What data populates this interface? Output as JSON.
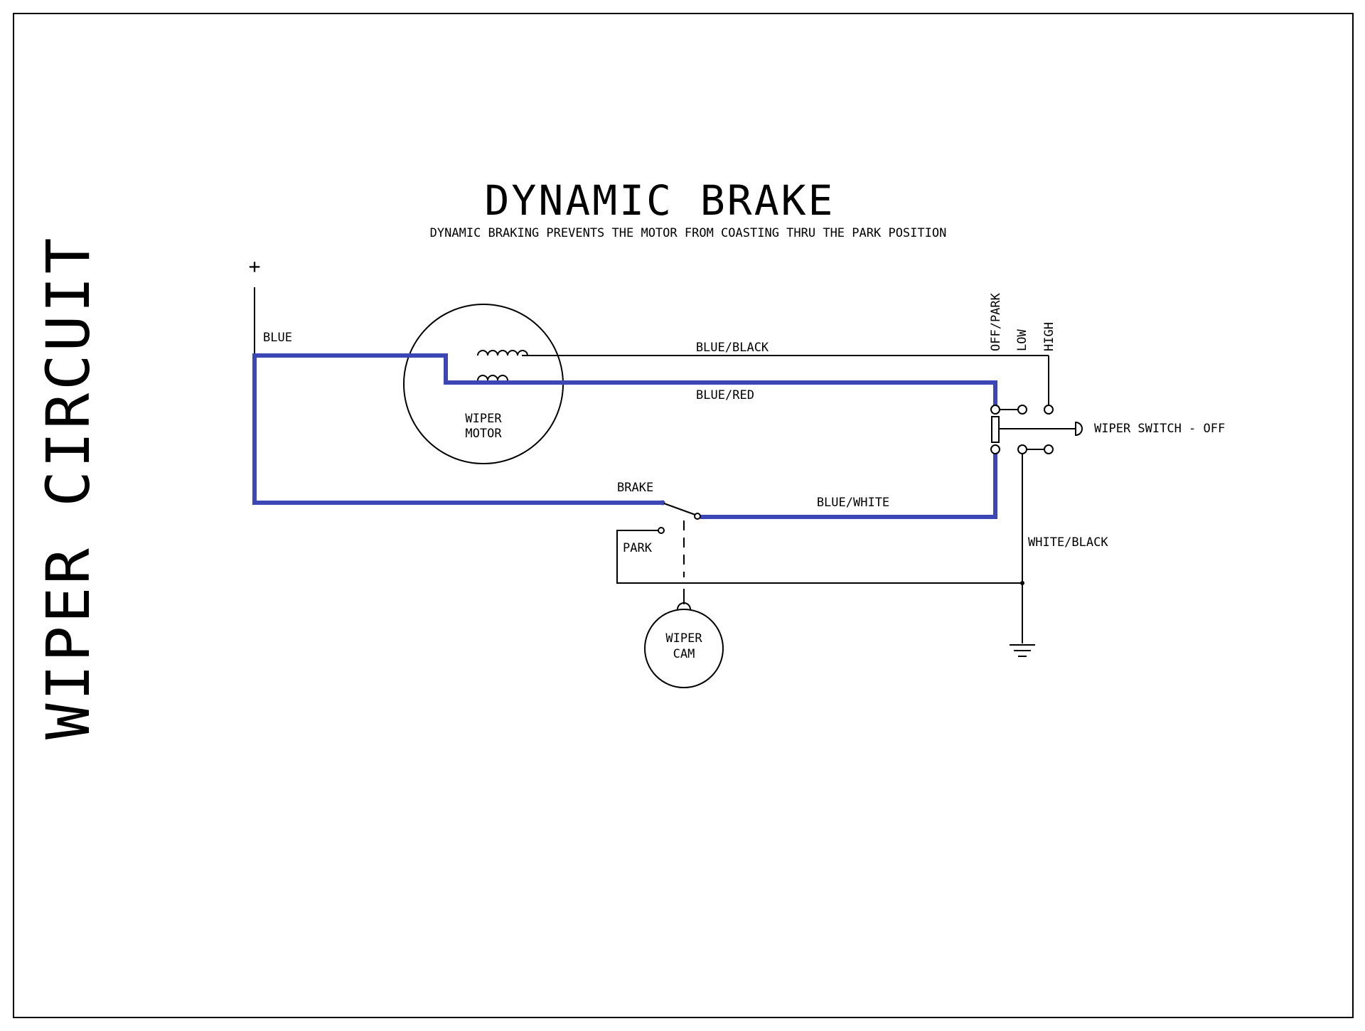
{
  "side_title": "WIPER CIRCUIT",
  "title": "DYNAMIC BRAKE",
  "subtitle": "DYNAMIC BRAKING PREVENTS THE MOTOR FROM COASTING THRU THE PARK POSITION",
  "labels": {
    "plus": "+",
    "blue": "BLUE",
    "blue_black": "BLUE/BLACK",
    "blue_red": "BLUE/RED",
    "blue_white": "BLUE/WHITE",
    "white_black": "WHITE/BLACK",
    "brake": "BRAKE",
    "park": "PARK",
    "motor_line1": "WIPER",
    "motor_line2": "MOTOR",
    "cam_line1": "WIPER",
    "cam_line2": "CAM",
    "switch": "WIPER SWITCH - OFF",
    "off_park": "OFF/PARK",
    "low": "LOW",
    "high": "HIGH"
  },
  "colors": {
    "active_wire": "#3c46b4",
    "wire": "#000000",
    "background": "#ffffff"
  }
}
